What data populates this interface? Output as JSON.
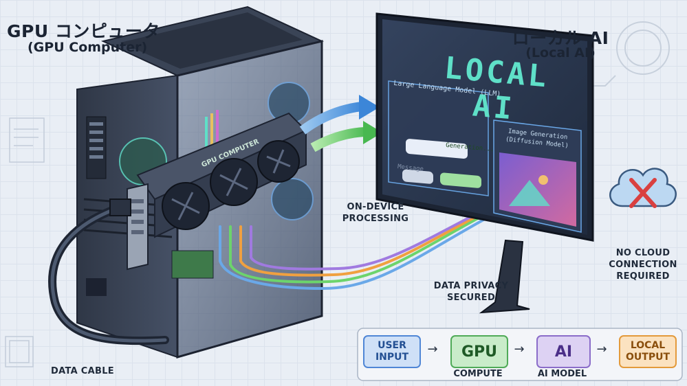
{
  "gpu_computer": {
    "title_jp": "GPU コンピュータ",
    "title_en": "(GPU Computer)",
    "card_label": "GPU COMPUTER"
  },
  "local_ai": {
    "title_jp": "ローカル AI",
    "title_en": "(Local AI)",
    "screen_banner": "LOCAL AI",
    "llm_panel_title": "Large Language Model (LLM)",
    "llm_reply": "Generation...",
    "message_placeholder": "Message",
    "image_panel_title": "Image Generation (Diffusion Model)"
  },
  "annotations": {
    "on_device": "ON-DEVICE PROCESSING",
    "privacy": "DATA PRIVACY SECURED",
    "no_cloud": "NO CLOUD CONNECTION REQUIRED",
    "data_cable": "DATA CABLE"
  },
  "flow": {
    "steps": [
      {
        "label": "USER INPUT",
        "caption": "",
        "fill": "#cfe0f7",
        "border": "#4f86d6",
        "text": "#234f93"
      },
      {
        "label": "GPU",
        "caption": "COMPUTE",
        "fill": "#c9ecc9",
        "border": "#4faa57",
        "text": "#1f5a26"
      },
      {
        "label": "AI",
        "caption": "AI MODEL",
        "fill": "#ddd2f3",
        "border": "#8a6cc9",
        "text": "#4b2f88"
      },
      {
        "label": "LOCAL OUTPUT",
        "caption": "",
        "fill": "#fbe2c0",
        "border": "#e39a3b",
        "text": "#8a4e0c"
      }
    ],
    "arrow_glyph": "→"
  },
  "colors": {
    "case": "#3a4456",
    "screen": "#27334a",
    "accent_teal": "#5fe0c8",
    "accent_blue": "#6aa8e8",
    "accent_green": "#6cd46c",
    "stream_orange": "#f0a040",
    "stream_purple": "#a07ae0"
  }
}
